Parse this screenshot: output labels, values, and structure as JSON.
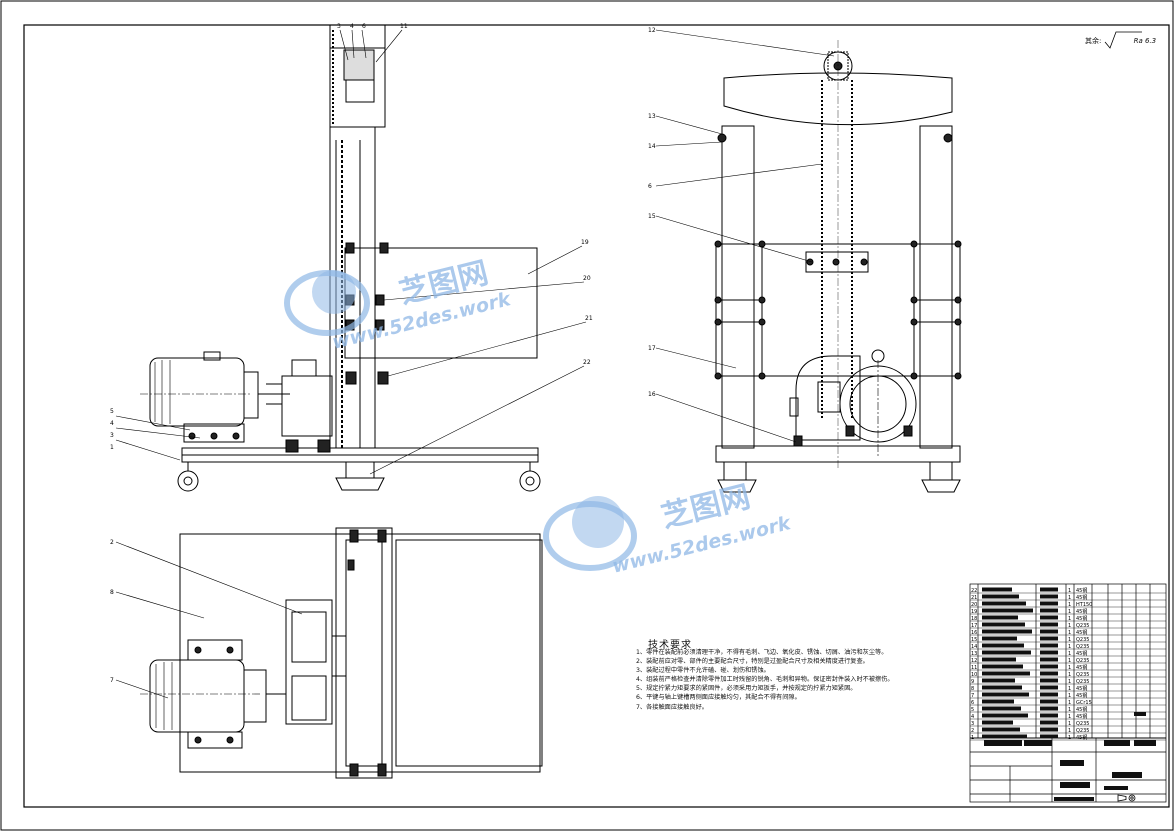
{
  "drawing": {
    "roughness_label": "其余:",
    "roughness_value": "Ra 6.3",
    "technical_requirements": {
      "title": "技术要求",
      "items": [
        "1、零件在装配前必须清理干净，不得有毛刺、飞边、氧化皮、锈蚀、切屑、油污和灰尘等。",
        "2、装配前应对零、部件的主要配合尺寸，特别是过盈配合尺寸及相关精度进行复查。",
        "3、装配过程中零件不允许磕、碰、划伤和锈蚀。",
        "4、组装前严格检查并清除零件加工时残留的锐角、毛刺和异物。保证密封件装入时不被擦伤。",
        "5、规定拧紧力矩要求的紧固件，必须采用力矩扳手，并按规定的拧紧力矩紧固。",
        "6、平键与轴上键槽两侧面应接触均匀，其配合不得有间隙。",
        "7、各接触面应接触良好。"
      ]
    },
    "callouts": {
      "left_view": [
        "3",
        "4",
        "6",
        "11",
        "19",
        "20",
        "21",
        "22",
        "5",
        "4",
        "3",
        "1"
      ],
      "right_view": [
        "12",
        "13",
        "14",
        "6",
        "15",
        "17",
        "16"
      ],
      "bottom_view": [
        "2",
        "8",
        "7"
      ]
    },
    "parts_list_codes": [
      "45钢",
      "45钢",
      "HT150",
      "45钢",
      "45钢",
      "Q235",
      "45钢",
      "Q235",
      "Q235",
      "45钢",
      "Q235",
      "45钢",
      "Q235",
      "Q235",
      "45钢",
      "45钢",
      "GCr15",
      "45钢",
      "45钢",
      "Q235",
      "Q235",
      "45钢"
    ],
    "parts_list_numbers": [
      "22",
      "21",
      "20",
      "19",
      "18",
      "17",
      "16",
      "15",
      "14",
      "13",
      "12",
      "11",
      "10",
      "9",
      "8",
      "7",
      "6",
      "5",
      "4",
      "3",
      "2",
      "1"
    ]
  },
  "watermark": {
    "site_name": "芝图网",
    "url": "www.52des.work"
  },
  "colors": {
    "line": "#000000",
    "watermark": "#8fb8e6"
  }
}
